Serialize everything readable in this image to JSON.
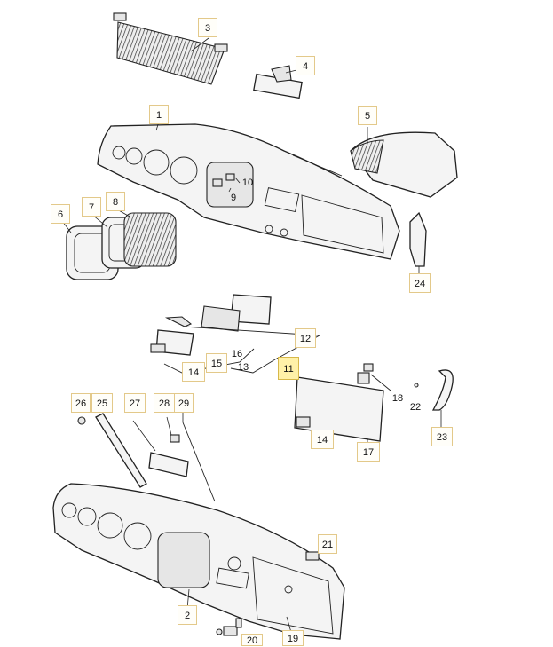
{
  "callouts": [
    {
      "id": "c1",
      "text": "1"
    },
    {
      "id": "c2",
      "text": "2"
    },
    {
      "id": "c3",
      "text": "3"
    },
    {
      "id": "c4",
      "text": "4"
    },
    {
      "id": "c5",
      "text": "5"
    },
    {
      "id": "c6",
      "text": "6"
    },
    {
      "id": "c7",
      "text": "7"
    },
    {
      "id": "c8",
      "text": "8"
    },
    {
      "id": "c9",
      "text": "9"
    },
    {
      "id": "c10",
      "text": "10"
    },
    {
      "id": "c11",
      "text": "11"
    },
    {
      "id": "c12",
      "text": "12"
    },
    {
      "id": "c13",
      "text": "13"
    },
    {
      "id": "c14a",
      "text": "14"
    },
    {
      "id": "c14b",
      "text": "14"
    },
    {
      "id": "c15",
      "text": "15"
    },
    {
      "id": "c16",
      "text": "16"
    },
    {
      "id": "c17",
      "text": "17"
    },
    {
      "id": "c18",
      "text": "18"
    },
    {
      "id": "c19",
      "text": "19"
    },
    {
      "id": "c20",
      "text": "20"
    },
    {
      "id": "c21",
      "text": "21"
    },
    {
      "id": "c22",
      "text": "22"
    },
    {
      "id": "c23",
      "text": "23"
    },
    {
      "id": "c24",
      "text": "24"
    },
    {
      "id": "c25",
      "text": "25"
    },
    {
      "id": "c26",
      "text": "26"
    },
    {
      "id": "c27",
      "text": "27"
    },
    {
      "id": "c28",
      "text": "28"
    },
    {
      "id": "c29",
      "text": "29"
    }
  ],
  "colors": {
    "highlight": "#fff1a8",
    "callout_border": "#e3c98a",
    "line": "#222222"
  }
}
